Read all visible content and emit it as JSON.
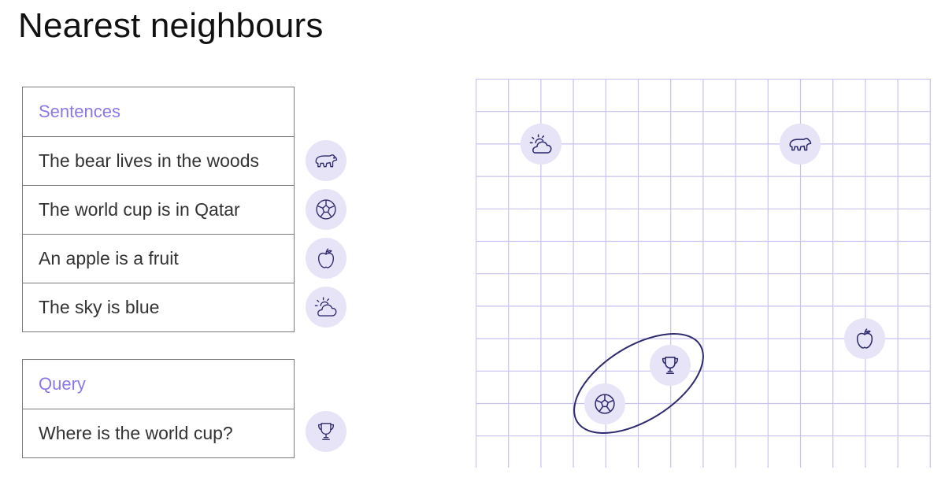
{
  "title": "Nearest neighbours",
  "sentences_table": {
    "header": "Sentences",
    "rows": [
      {
        "text": "The bear lives in the woods",
        "icon": "bear-icon"
      },
      {
        "text": "The world cup is in Qatar",
        "icon": "soccer-ball-icon"
      },
      {
        "text": "An apple is a fruit",
        "icon": "apple-icon"
      },
      {
        "text": "The sky is blue",
        "icon": "sun-cloud-icon"
      }
    ]
  },
  "query_table": {
    "header": "Query",
    "rows": [
      {
        "text": "Where is the world cup?",
        "icon": "trophy-icon"
      }
    ]
  },
  "colors": {
    "accent": "#8b78e6",
    "grid": "#c9c2f0",
    "badge": "#e7e4f7",
    "icon_stroke": "#2e2a6e",
    "highlight_ellipse": "#2e2a6e"
  },
  "embedding_space": {
    "points": [
      {
        "icon": "sun-cloud-icon",
        "label": "The sky is blue"
      },
      {
        "icon": "bear-icon",
        "label": "The bear lives in the woods"
      },
      {
        "icon": "apple-icon",
        "label": "An apple is a fruit"
      },
      {
        "icon": "trophy-icon",
        "label": "Where is the world cup?"
      },
      {
        "icon": "soccer-ball-icon",
        "label": "The world cup is in Qatar"
      }
    ],
    "nearest_neighbour_group": [
      "trophy-icon",
      "soccer-ball-icon"
    ]
  }
}
